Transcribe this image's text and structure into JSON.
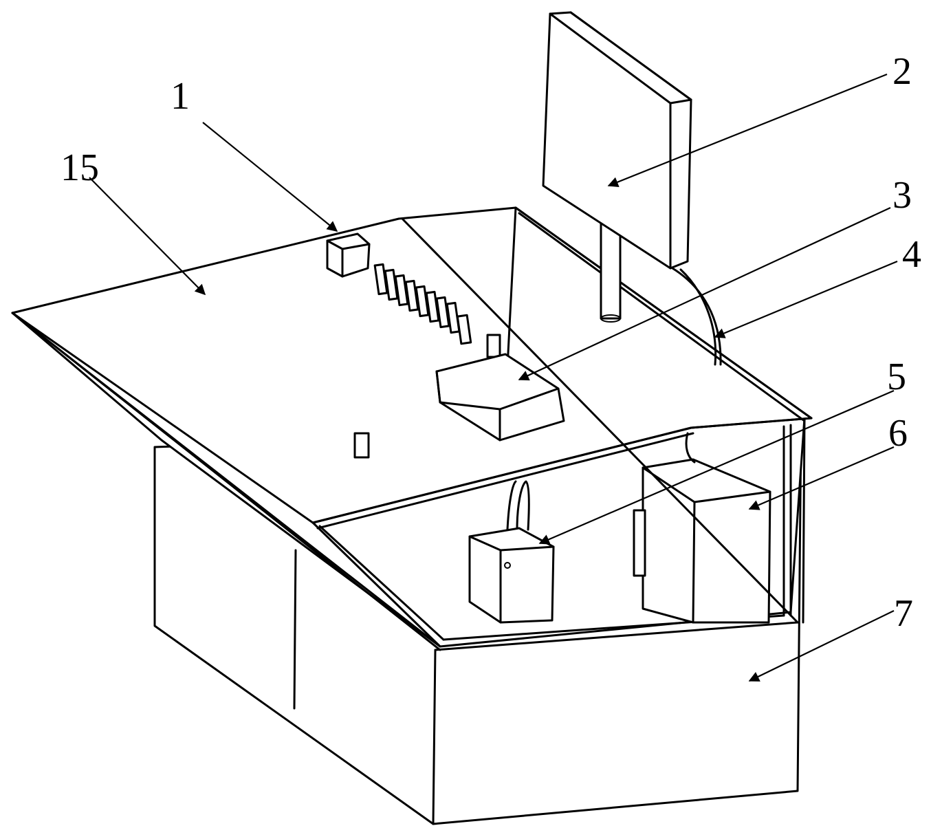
{
  "labels": {
    "l1": "1",
    "l2": "2",
    "l3": "3",
    "l4": "4",
    "l5": "5",
    "l6": "6",
    "l7": "7",
    "l15": "15"
  }
}
